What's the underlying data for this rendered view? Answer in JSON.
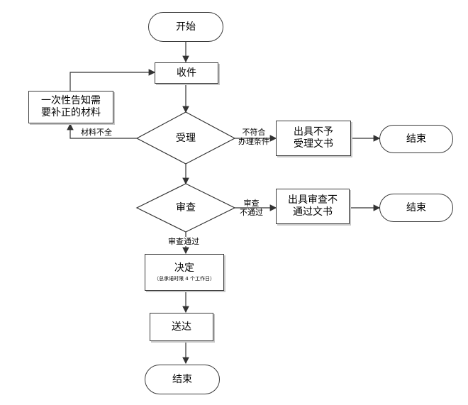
{
  "nodes": {
    "start": "开始",
    "receive": "收件",
    "notify_line1": "一次性告知需",
    "notify_line2": "要补正的材料",
    "accept": "受理",
    "reject_doc_line1": "出具不予",
    "reject_doc_line2": "受理文书",
    "end_reject": "结束",
    "review": "审查",
    "fail_doc_line1": "出具审查不",
    "fail_doc_line2": "通过文书",
    "end_fail": "结束",
    "decision": "决定",
    "decision_note": "（总承诺时限 4 个工作日）",
    "deliver": "送达",
    "end_final": "结束"
  },
  "labels": {
    "incomplete": "材料不全",
    "not_meet_line1": "不符合",
    "not_meet_line2": "办理条件",
    "review_fail_line1": "审查",
    "review_fail_line2": "不通过",
    "review_pass": "审查通过"
  },
  "colors": {
    "line": "#333333",
    "shadow": "#c8c8c8"
  }
}
